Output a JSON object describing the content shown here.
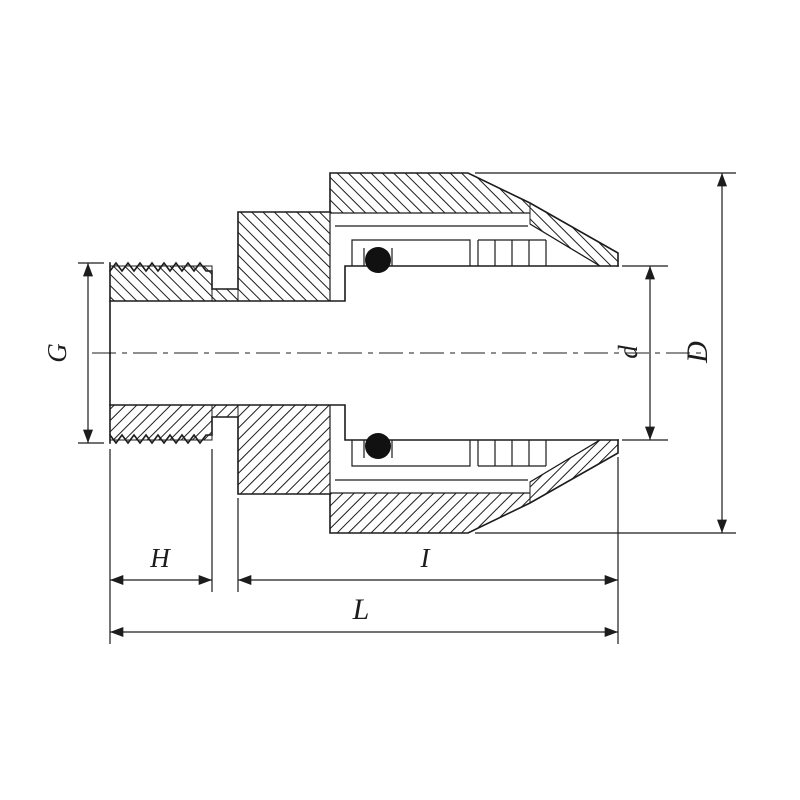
{
  "figure": {
    "kind": "technical-drawing-cross-section",
    "dimension_labels": {
      "g": "G",
      "d_small": "d",
      "d_large": "D",
      "h": "H",
      "i": "I",
      "l": "L"
    },
    "colors": {
      "ink": "#1c1c1c",
      "background": "#ffffff",
      "o_ring": "#111111"
    }
  }
}
